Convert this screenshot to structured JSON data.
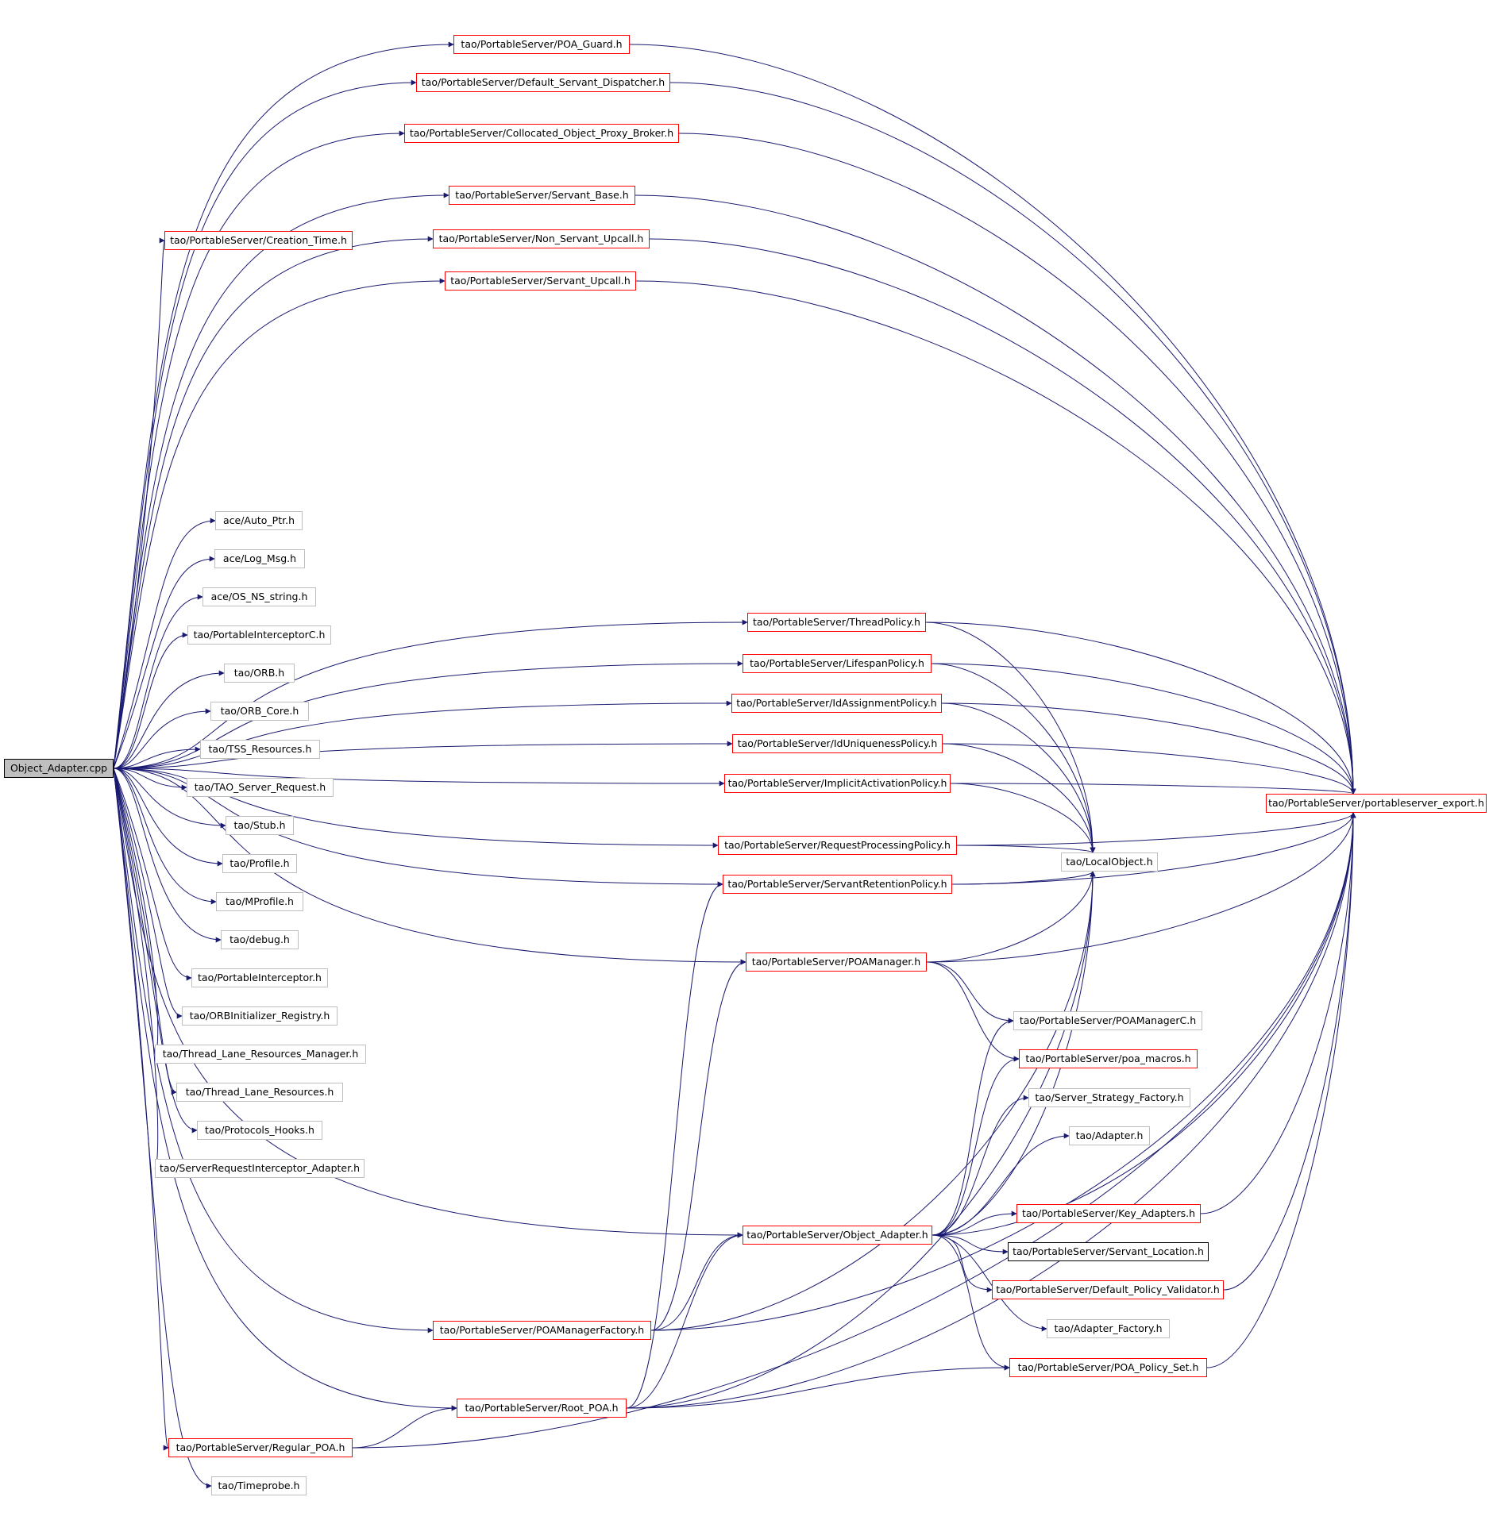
{
  "colors": {
    "edge": "#191970",
    "red_border": "#ff0000",
    "gray_border": "#bfbfbf",
    "black_border": "#000000",
    "root_fill": "#bfbfbf"
  },
  "root": {
    "id": "root",
    "label": "Object_Adapter.cpp"
  },
  "nodes": [
    {
      "id": "poa_guard",
      "label": "tao/PortableServer/POA_Guard.h",
      "style": "red"
    },
    {
      "id": "default_servant_dispatcher",
      "label": "tao/PortableServer/Default_Servant_Dispatcher.h",
      "style": "red"
    },
    {
      "id": "collocated_object_proxy_broker",
      "label": "tao/PortableServer/Collocated_Object_Proxy_Broker.h",
      "style": "red"
    },
    {
      "id": "servant_base",
      "label": "tao/PortableServer/Servant_Base.h",
      "style": "red"
    },
    {
      "id": "creation_time",
      "label": "tao/PortableServer/Creation_Time.h",
      "style": "red"
    },
    {
      "id": "non_servant_upcall",
      "label": "tao/PortableServer/Non_Servant_Upcall.h",
      "style": "red"
    },
    {
      "id": "servant_upcall",
      "label": "tao/PortableServer/Servant_Upcall.h",
      "style": "red"
    },
    {
      "id": "auto_ptr",
      "label": "ace/Auto_Ptr.h",
      "style": "gray"
    },
    {
      "id": "log_msg",
      "label": "ace/Log_Msg.h",
      "style": "gray"
    },
    {
      "id": "os_ns_string",
      "label": "ace/OS_NS_string.h",
      "style": "gray"
    },
    {
      "id": "portable_interceptor_c",
      "label": "tao/PortableInterceptorC.h",
      "style": "gray"
    },
    {
      "id": "orb",
      "label": "tao/ORB.h",
      "style": "gray"
    },
    {
      "id": "orb_core",
      "label": "tao/ORB_Core.h",
      "style": "gray"
    },
    {
      "id": "tss_resources",
      "label": "tao/TSS_Resources.h",
      "style": "gray"
    },
    {
      "id": "tao_server_request",
      "label": "tao/TAO_Server_Request.h",
      "style": "gray"
    },
    {
      "id": "stub",
      "label": "tao/Stub.h",
      "style": "gray"
    },
    {
      "id": "profile",
      "label": "tao/Profile.h",
      "style": "gray"
    },
    {
      "id": "mprofile",
      "label": "tao/MProfile.h",
      "style": "gray"
    },
    {
      "id": "debug",
      "label": "tao/debug.h",
      "style": "gray"
    },
    {
      "id": "portable_interceptor",
      "label": "tao/PortableInterceptor.h",
      "style": "gray"
    },
    {
      "id": "orbinitializer_registry",
      "label": "tao/ORBInitializer_Registry.h",
      "style": "gray"
    },
    {
      "id": "thread_lane_resources_manager",
      "label": "tao/Thread_Lane_Resources_Manager.h",
      "style": "gray"
    },
    {
      "id": "thread_lane_resources",
      "label": "tao/Thread_Lane_Resources.h",
      "style": "gray"
    },
    {
      "id": "protocols_hooks",
      "label": "tao/Protocols_Hooks.h",
      "style": "gray"
    },
    {
      "id": "server_request_interceptor_adapter",
      "label": "tao/ServerRequestInterceptor_Adapter.h",
      "style": "gray"
    },
    {
      "id": "poa_manager_factory",
      "label": "tao/PortableServer/POAManagerFactory.h",
      "style": "red"
    },
    {
      "id": "root_poa",
      "label": "tao/PortableServer/Root_POA.h",
      "style": "red"
    },
    {
      "id": "regular_poa",
      "label": "tao/PortableServer/Regular_POA.h",
      "style": "red"
    },
    {
      "id": "timeprobe",
      "label": "tao/Timeprobe.h",
      "style": "gray"
    },
    {
      "id": "thread_policy",
      "label": "tao/PortableServer/ThreadPolicy.h",
      "style": "red"
    },
    {
      "id": "lifespan_policy",
      "label": "tao/PortableServer/LifespanPolicy.h",
      "style": "red"
    },
    {
      "id": "id_assignment_policy",
      "label": "tao/PortableServer/IdAssignmentPolicy.h",
      "style": "red"
    },
    {
      "id": "id_uniqueness_policy",
      "label": "tao/PortableServer/IdUniquenessPolicy.h",
      "style": "red"
    },
    {
      "id": "implicit_activation_policy",
      "label": "tao/PortableServer/ImplicitActivationPolicy.h",
      "style": "red"
    },
    {
      "id": "request_processing_policy",
      "label": "tao/PortableServer/RequestProcessingPolicy.h",
      "style": "red"
    },
    {
      "id": "servant_retention_policy",
      "label": "tao/PortableServer/ServantRetentionPolicy.h",
      "style": "red"
    },
    {
      "id": "poa_manager",
      "label": "tao/PortableServer/POAManager.h",
      "style": "red"
    },
    {
      "id": "object_adapter_h",
      "label": "tao/PortableServer/Object_Adapter.h",
      "style": "red"
    },
    {
      "id": "portableserver_export",
      "label": "tao/PortableServer/portableserver_export.h",
      "style": "red"
    },
    {
      "id": "local_object",
      "label": "tao/LocalObject.h",
      "style": "gray"
    },
    {
      "id": "poa_manager_c",
      "label": "tao/PortableServer/POAManagerC.h",
      "style": "gray"
    },
    {
      "id": "poa_macros",
      "label": "tao/PortableServer/poa_macros.h",
      "style": "red"
    },
    {
      "id": "server_strategy_factory",
      "label": "tao/Server_Strategy_Factory.h",
      "style": "gray"
    },
    {
      "id": "adapter",
      "label": "tao/Adapter.h",
      "style": "gray"
    },
    {
      "id": "key_adapters",
      "label": "tao/PortableServer/Key_Adapters.h",
      "style": "red"
    },
    {
      "id": "servant_location",
      "label": "tao/PortableServer/Servant_Location.h",
      "style": "black"
    },
    {
      "id": "default_policy_validator",
      "label": "tao/PortableServer/Default_Policy_Validator.h",
      "style": "red"
    },
    {
      "id": "adapter_factory",
      "label": "tao/Adapter_Factory.h",
      "style": "gray"
    },
    {
      "id": "poa_policy_set",
      "label": "tao/PortableServer/POA_Policy_Set.h",
      "style": "red"
    }
  ],
  "edges": [
    [
      "root",
      "poa_guard"
    ],
    [
      "root",
      "default_servant_dispatcher"
    ],
    [
      "root",
      "collocated_object_proxy_broker"
    ],
    [
      "root",
      "servant_base"
    ],
    [
      "root",
      "creation_time"
    ],
    [
      "root",
      "non_servant_upcall"
    ],
    [
      "root",
      "servant_upcall"
    ],
    [
      "root",
      "auto_ptr"
    ],
    [
      "root",
      "log_msg"
    ],
    [
      "root",
      "os_ns_string"
    ],
    [
      "root",
      "portable_interceptor_c"
    ],
    [
      "root",
      "orb"
    ],
    [
      "root",
      "orb_core"
    ],
    [
      "root",
      "tss_resources"
    ],
    [
      "root",
      "tao_server_request"
    ],
    [
      "root",
      "stub"
    ],
    [
      "root",
      "profile"
    ],
    [
      "root",
      "mprofile"
    ],
    [
      "root",
      "debug"
    ],
    [
      "root",
      "portable_interceptor"
    ],
    [
      "root",
      "orbinitializer_registry"
    ],
    [
      "root",
      "thread_lane_resources_manager"
    ],
    [
      "root",
      "thread_lane_resources"
    ],
    [
      "root",
      "protocols_hooks"
    ],
    [
      "root",
      "server_request_interceptor_adapter"
    ],
    [
      "root",
      "thread_policy"
    ],
    [
      "root",
      "lifespan_policy"
    ],
    [
      "root",
      "id_assignment_policy"
    ],
    [
      "root",
      "id_uniqueness_policy"
    ],
    [
      "root",
      "implicit_activation_policy"
    ],
    [
      "root",
      "request_processing_policy"
    ],
    [
      "root",
      "servant_retention_policy"
    ],
    [
      "root",
      "poa_manager"
    ],
    [
      "root",
      "object_adapter_h"
    ],
    [
      "root",
      "poa_manager_factory"
    ],
    [
      "root",
      "root_poa"
    ],
    [
      "root",
      "regular_poa"
    ],
    [
      "root",
      "timeprobe"
    ],
    [
      "poa_guard",
      "portableserver_export"
    ],
    [
      "default_servant_dispatcher",
      "portableserver_export"
    ],
    [
      "collocated_object_proxy_broker",
      "portableserver_export"
    ],
    [
      "servant_base",
      "portableserver_export"
    ],
    [
      "non_servant_upcall",
      "portableserver_export"
    ],
    [
      "servant_upcall",
      "portableserver_export"
    ],
    [
      "thread_policy",
      "portableserver_export"
    ],
    [
      "thread_policy",
      "local_object"
    ],
    [
      "lifespan_policy",
      "portableserver_export"
    ],
    [
      "lifespan_policy",
      "local_object"
    ],
    [
      "id_assignment_policy",
      "portableserver_export"
    ],
    [
      "id_assignment_policy",
      "local_object"
    ],
    [
      "id_uniqueness_policy",
      "portableserver_export"
    ],
    [
      "id_uniqueness_policy",
      "local_object"
    ],
    [
      "implicit_activation_policy",
      "portableserver_export"
    ],
    [
      "implicit_activation_policy",
      "local_object"
    ],
    [
      "request_processing_policy",
      "portableserver_export"
    ],
    [
      "request_processing_policy",
      "local_object"
    ],
    [
      "servant_retention_policy",
      "portableserver_export"
    ],
    [
      "servant_retention_policy",
      "local_object"
    ],
    [
      "poa_manager",
      "portableserver_export"
    ],
    [
      "poa_manager",
      "local_object"
    ],
    [
      "poa_manager",
      "poa_manager_c"
    ],
    [
      "poa_manager",
      "poa_macros"
    ],
    [
      "object_adapter_h",
      "portableserver_export"
    ],
    [
      "object_adapter_h",
      "local_object"
    ],
    [
      "object_adapter_h",
      "poa_manager_c"
    ],
    [
      "object_adapter_h",
      "poa_macros"
    ],
    [
      "object_adapter_h",
      "server_strategy_factory"
    ],
    [
      "object_adapter_h",
      "adapter"
    ],
    [
      "object_adapter_h",
      "key_adapters"
    ],
    [
      "object_adapter_h",
      "servant_location"
    ],
    [
      "object_adapter_h",
      "default_policy_validator"
    ],
    [
      "object_adapter_h",
      "adapter_factory"
    ],
    [
      "object_adapter_h",
      "poa_policy_set"
    ],
    [
      "key_adapters",
      "portableserver_export"
    ],
    [
      "default_policy_validator",
      "portableserver_export"
    ],
    [
      "poa_policy_set",
      "portableserver_export"
    ],
    [
      "poa_manager_factory",
      "poa_manager"
    ],
    [
      "poa_manager_factory",
      "local_object"
    ],
    [
      "poa_manager_factory",
      "object_adapter_h"
    ],
    [
      "poa_manager_factory",
      "portableserver_export"
    ],
    [
      "root_poa",
      "object_adapter_h"
    ],
    [
      "root_poa",
      "poa_policy_set"
    ],
    [
      "root_poa",
      "portableserver_export"
    ],
    [
      "root_poa",
      "local_object"
    ],
    [
      "root_poa",
      "servant_retention_policy"
    ],
    [
      "regular_poa",
      "root_poa"
    ],
    [
      "regular_poa",
      "portableserver_export"
    ]
  ]
}
